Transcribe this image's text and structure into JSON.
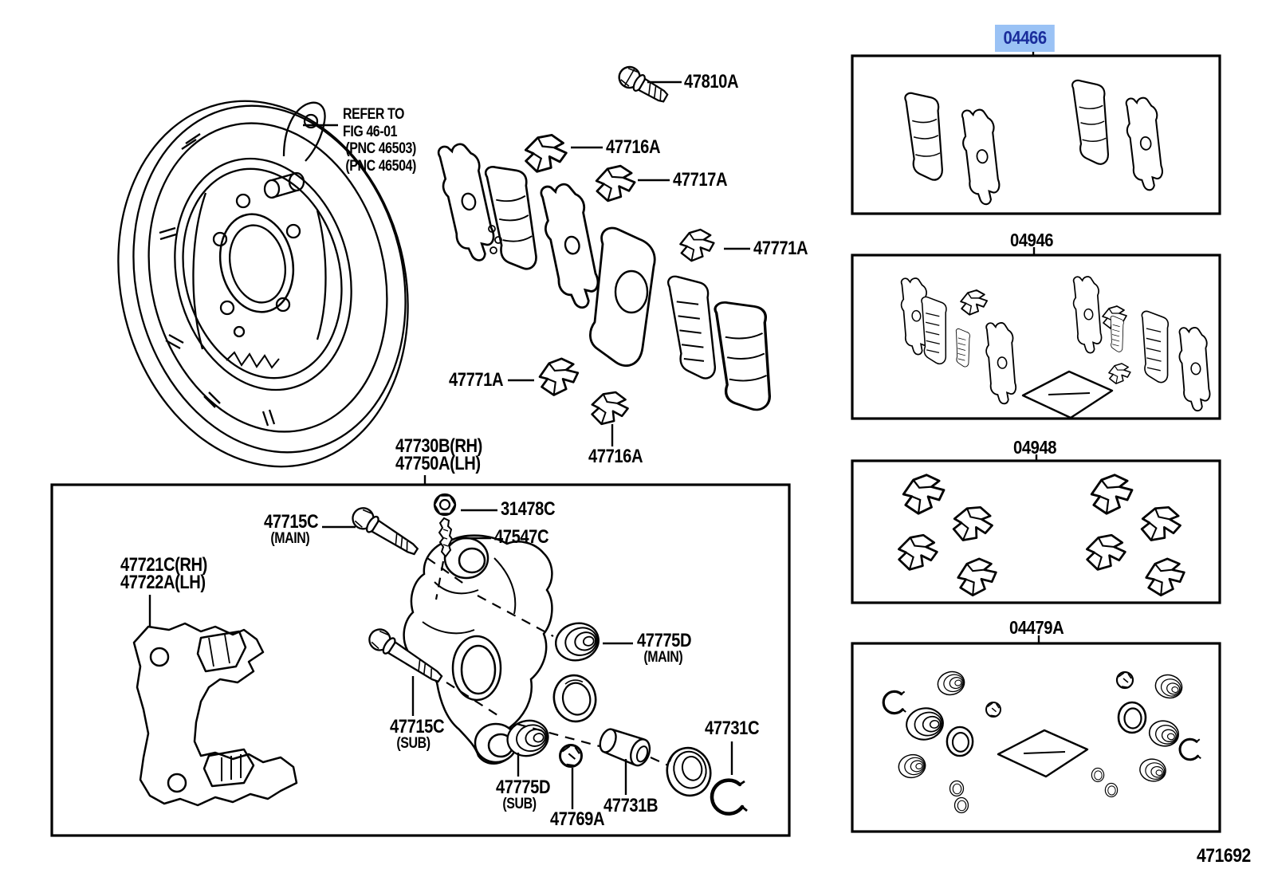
{
  "figure_number": "471692",
  "colors": {
    "line": "#000000",
    "background": "#ffffff",
    "highlight_bg": "#9ac2f5",
    "highlight_text": "#1a2d9c"
  },
  "note": {
    "l1": "REFER TO",
    "l2": "FIG 46-01",
    "l3": "(PNC 46503)",
    "l4": "(PNC 46504)"
  },
  "parts": {
    "bolt": "47810A",
    "clip_top": "47716A",
    "clip_retainer": "47717A",
    "clip_right": "47771A",
    "clip_left": "47771A",
    "clip_bottom": "47716A",
    "assembly_rh": "47730B(RH)",
    "assembly_lh": "47750A(LH)",
    "nut": "31478C",
    "bleeder": "47547C",
    "pin_main": "47715C",
    "pin_main_qual": "(MAIN)",
    "bracket_rh": "47721C(RH)",
    "bracket_lh": "47722A(LH)",
    "boot_main": "47775D",
    "boot_main_qual": "(MAIN)",
    "pin_sub": "47715C",
    "pin_sub_qual": "(SUB)",
    "boot_sub": "47775D",
    "boot_sub_qual": "(SUB)",
    "cap_nut": "47769A",
    "piston": "47731B",
    "snap_ring": "47731C"
  },
  "kits": {
    "pad_kit": "04466",
    "shim_kit": "04946",
    "fitting_kit": "04948",
    "cylinder_kit": "04479A"
  }
}
